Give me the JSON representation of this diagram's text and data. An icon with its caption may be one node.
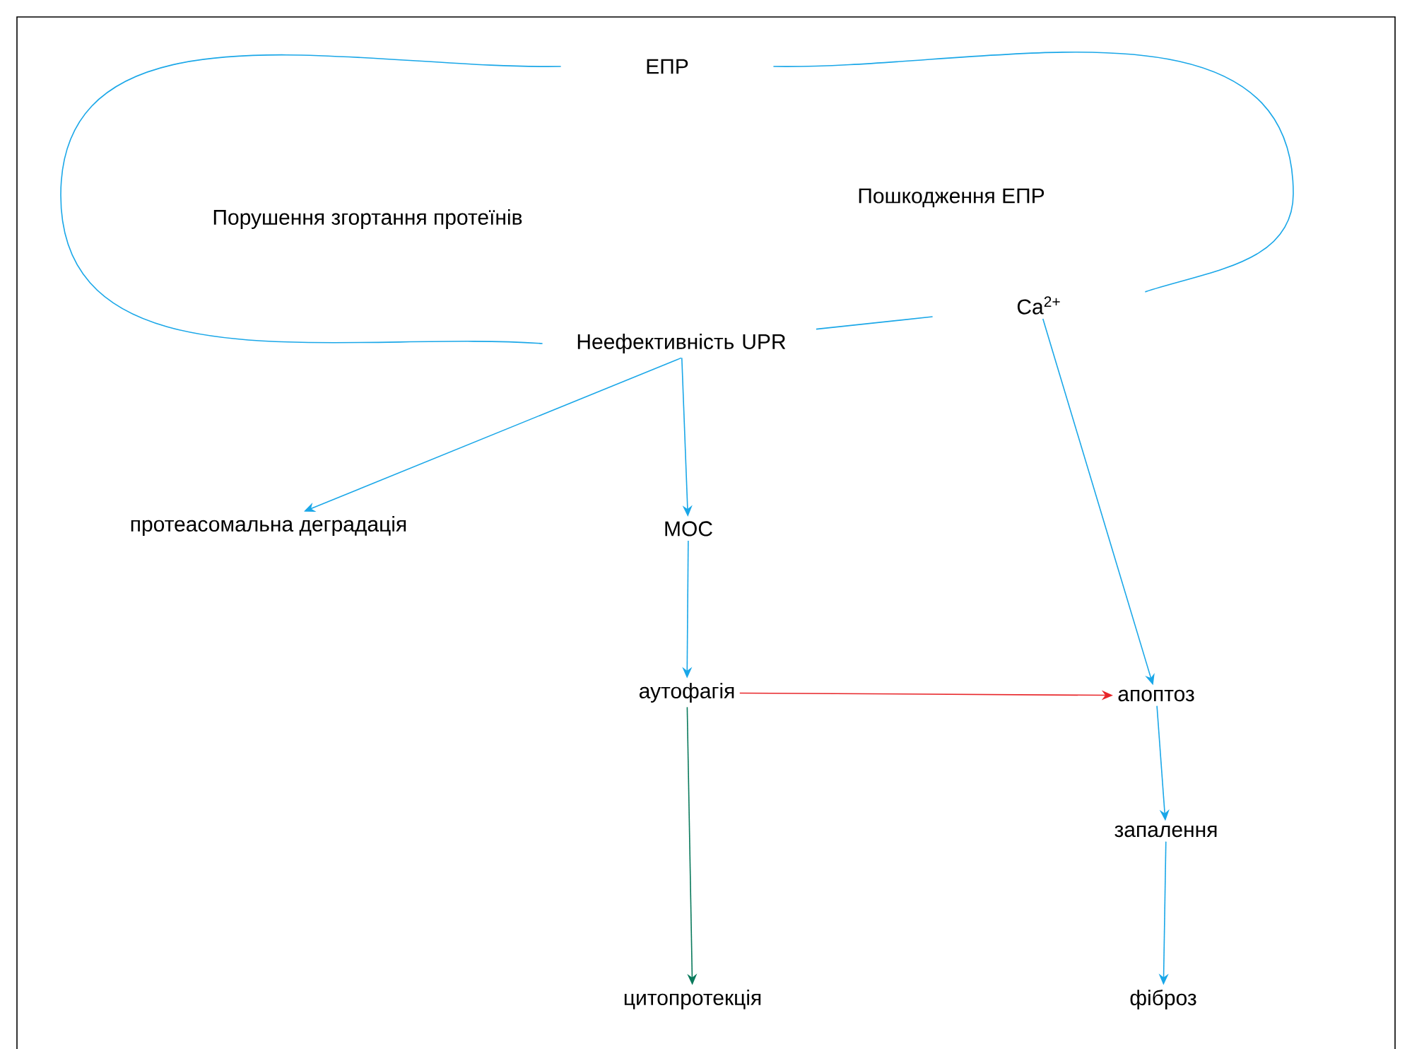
{
  "diagram": {
    "nodes": [
      {
        "text": [
          "ЕПР"
        ]
      },
      {
        "text": [
          "Неефективність UPR"
        ]
      },
      {
        "text": [
          "Ca$^{2+}$"
        ]
      },
      {
        "text": [
          "протеасомальна деградація"
        ]
      },
      {
        "text": [
          "МОС"
        ]
      },
      {
        "text": [
          "аутофагія"
        ]
      },
      {
        "text": [
          "апоптоз"
        ]
      },
      {
        "text": [
          "запалення"
        ]
      },
      {
        "text": [
          "цитопротекція"
        ]
      },
      {
        "text": [
          "фіброз"
        ]
      }
    ],
    "edges": [
      {
        "from": 0,
        "to": 1,
        "arrow": "none"
      },
      {
        "from": 1,
        "to": 2,
        "arrow": "none"
      },
      {
        "from": 2,
        "to": 0,
        "arrow": "none"
      },
      {
        "from": 1,
        "to": 3,
        "arrow": "to"
      },
      {
        "from": 1,
        "to": 4,
        "arrow": "to"
      },
      {
        "from": 2,
        "to": 6,
        "arrow": "to"
      },
      {
        "from": 4,
        "to": 5,
        "arrow": "to"
      },
      {
        "from": 5,
        "to": 6,
        "arrow": "to",
        "color": "#e8262a"
      },
      {
        "from": 5,
        "to": 8,
        "arrow": "to",
        "color": "#0a7a5c"
      },
      {
        "from": 6,
        "to": 7,
        "arrow": "to"
      },
      {
        "from": 7,
        "to": 9,
        "arrow": "to"
      }
    ],
    "labels": [
      "Порушення згортання протеїнів",
      "Пошкодження ЕПР"
    ]
  }
}
